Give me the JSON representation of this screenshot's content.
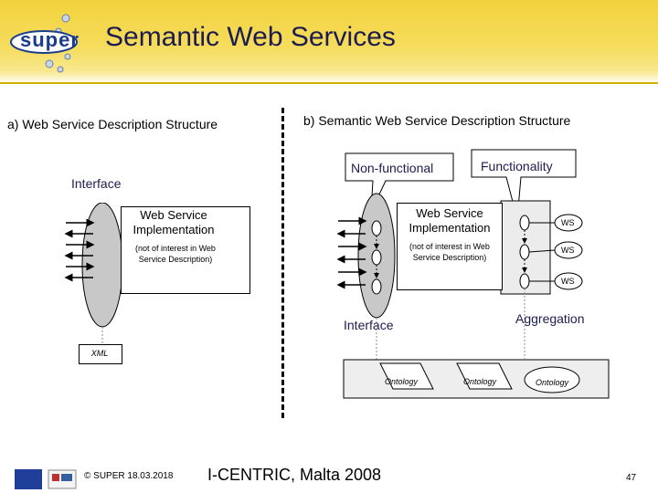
{
  "slide": {
    "title": "Semantic Web Services",
    "logo_text": "super",
    "heading_a": "a)  Web Service Description Structure",
    "heading_b": "b)  Semantic Web Service Description Structure",
    "footer_copyright": "© SUPER 18.03.2018",
    "footer_title": "I-CENTRIC, Malta 2008",
    "page_number": "47"
  },
  "left_diagram": {
    "interface_label": "Interface",
    "impl_title": "Web Service Implementation",
    "impl_note": "(not of interest in Web Service Description)",
    "xml_label": "XML"
  },
  "right_diagram": {
    "nonfunctional_label": "Non-functional",
    "functionality_label": "Functionality",
    "impl_title": "Web Service Implementation",
    "impl_note": "(not of interest in Web Service Description)",
    "ws_labels": [
      "WS",
      "WS",
      "WS"
    ],
    "interface_label": "Interface",
    "aggregation_label": "Aggregation",
    "ontology_labels": [
      "Ontology",
      "Ontology",
      "Ontology"
    ]
  },
  "colors": {
    "header_yellow": "#f2d23c",
    "title_navy": "#1c1c50",
    "ellipse_gray": "#c8c8c8",
    "ontology_fill": "#eeeeee"
  }
}
